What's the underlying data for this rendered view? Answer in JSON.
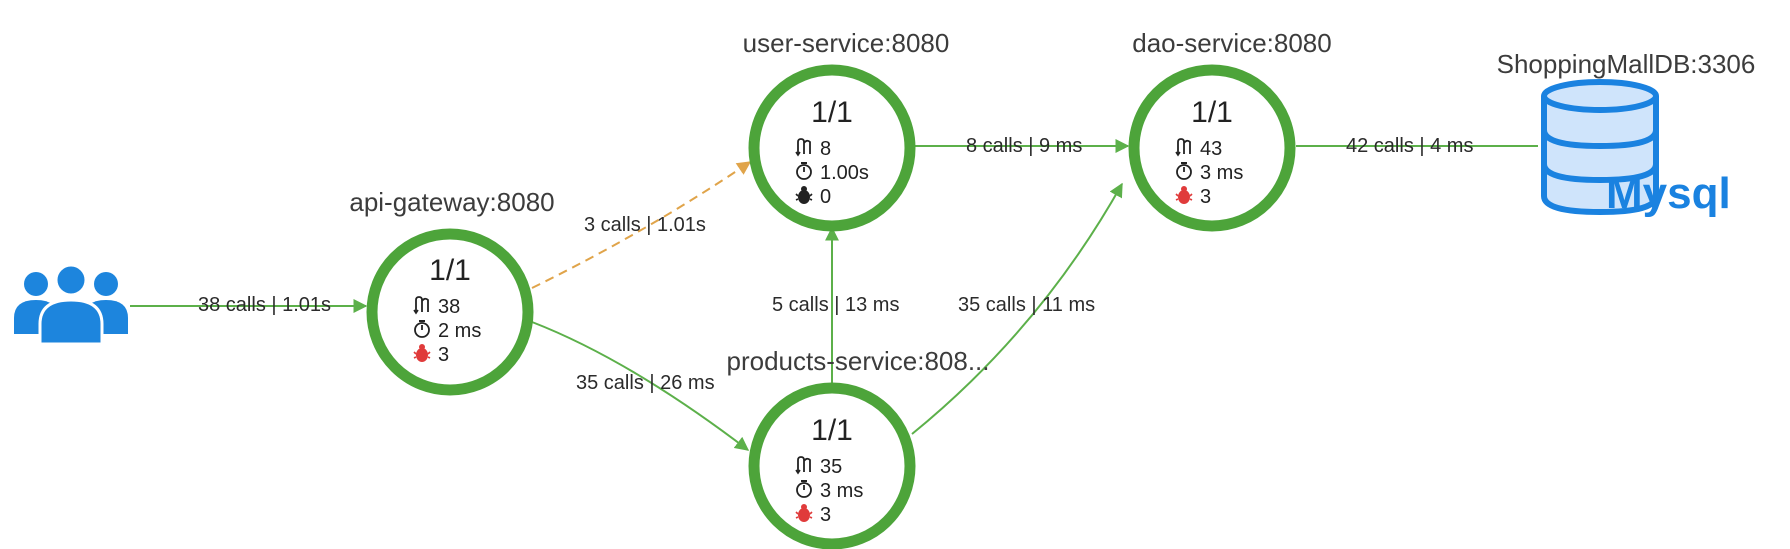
{
  "colors": {
    "ok": "#4da43a",
    "edge_ok": "#5cb04a",
    "edge_warn": "#e0a44a",
    "user_icon": "#1d85dd",
    "db_icon": "#1a82e0",
    "error_icon": "#e03b3b",
    "zero_error_icon": "#222222"
  },
  "icons": {
    "users": "users-icon",
    "database": "database-icon",
    "calls": "calls-icon",
    "latency": "stopwatch-icon",
    "errors": "bug-icon"
  },
  "services": [
    {
      "id": "api-gateway",
      "name": "api-gateway:8080",
      "ratio": "1/1",
      "calls": "38",
      "latency": "2 ms",
      "errors": "3",
      "error_active": true
    },
    {
      "id": "user-service",
      "name": "user-service:8080",
      "ratio": "1/1",
      "calls": "8",
      "latency": "1.00s",
      "errors": "0",
      "error_active": false
    },
    {
      "id": "dao-service",
      "name": "dao-service:8080",
      "ratio": "1/1",
      "calls": "43",
      "latency": "3 ms",
      "errors": "3",
      "error_active": true
    },
    {
      "id": "products-service",
      "name": "products-service:808...",
      "ratio": "1/1",
      "calls": "35",
      "latency": "3 ms",
      "errors": "3",
      "error_active": true
    }
  ],
  "database": {
    "name": "ShoppingMallDB:3306",
    "type": "Mysql"
  },
  "edges": [
    {
      "id": "users-to-gateway",
      "label": "38 calls | 1.01s",
      "status": "ok"
    },
    {
      "id": "gateway-to-user",
      "label": "3 calls | 1.01s",
      "status": "warn"
    },
    {
      "id": "gateway-to-products",
      "label": "35 calls | 26 ms",
      "status": "ok"
    },
    {
      "id": "products-to-user",
      "label": "5 calls | 13 ms",
      "status": "ok"
    },
    {
      "id": "user-to-dao",
      "label": "8 calls | 9 ms",
      "status": "ok"
    },
    {
      "id": "products-to-dao",
      "label": "35 calls | 11 ms",
      "status": "ok"
    },
    {
      "id": "dao-to-db",
      "label": "42 calls | 4 ms",
      "status": "ok"
    }
  ]
}
